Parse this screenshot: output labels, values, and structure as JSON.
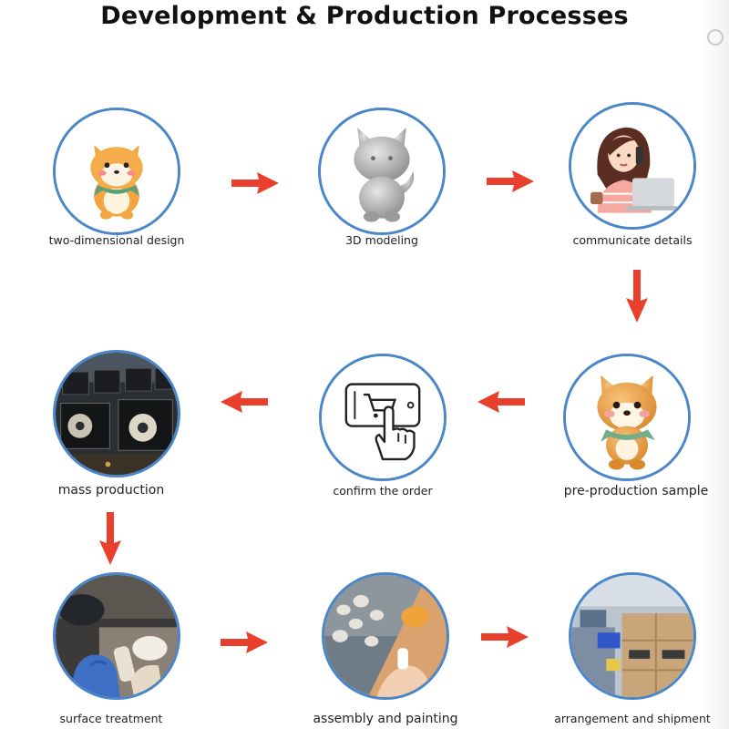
{
  "title": "Development & Production Processes",
  "colors": {
    "circle_border": "#4a86c8",
    "arrow": "#e8402d"
  },
  "steps": [
    {
      "label": "two-dimensional design",
      "icon": "shiba-drawing-icon"
    },
    {
      "label": "3D modeling",
      "icon": "gray-3d-model-icon"
    },
    {
      "label": "communicate details",
      "icon": "woman-on-phone-icon"
    },
    {
      "label": "pre-production sample",
      "icon": "shiba-toy-icon"
    },
    {
      "label": "confirm the order",
      "icon": "phone-cart-tap-icon"
    },
    {
      "label": "mass production",
      "icon": "3d-printer-factory-icon"
    },
    {
      "label": "surface treatment",
      "icon": "gloved-hands-sanding-icon"
    },
    {
      "label": "assembly and painting",
      "icon": "painting-figures-icon"
    },
    {
      "label": "arrangement and shipment",
      "icon": "warehouse-boxes-icon"
    }
  ]
}
